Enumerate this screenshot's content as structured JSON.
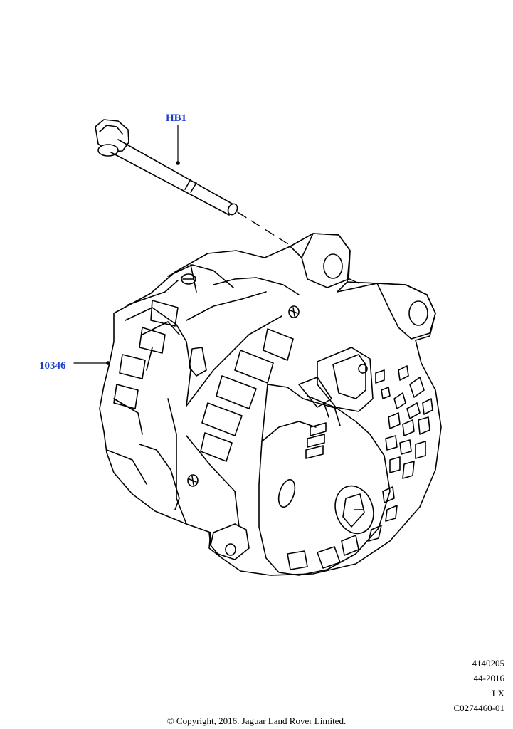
{
  "colors": {
    "callout": "#1a3fcf",
    "line": "#000000",
    "background": "#ffffff"
  },
  "callouts": {
    "bolt": "HB1",
    "alternator": "10346"
  },
  "footer": {
    "code": "4140205",
    "date": "44-2016",
    "market": "LX",
    "illustration": "C0274460-01",
    "copyright": "© Copyright, 2016. Jaguar Land Rover Limited."
  }
}
